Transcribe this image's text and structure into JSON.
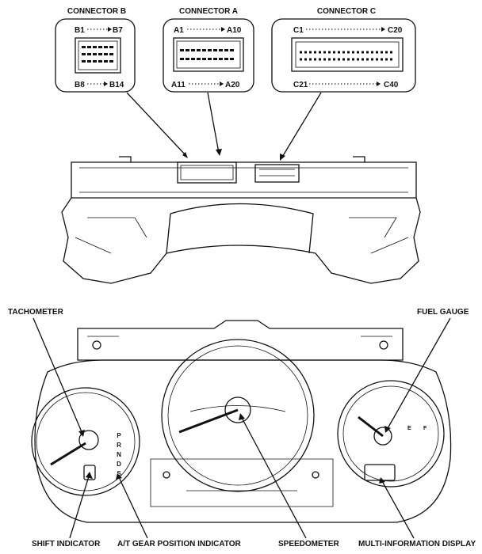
{
  "connectors": {
    "b": {
      "title": "CONNECTOR B",
      "pin_tl": "B1",
      "pin_tr": "B7",
      "pin_bl": "B8",
      "pin_br": "B14"
    },
    "a": {
      "title": "CONNECTOR A",
      "pin_tl": "A1",
      "pin_tr": "A10",
      "pin_bl": "A11",
      "pin_br": "A20"
    },
    "c": {
      "title": "CONNECTOR C",
      "pin_tl": "C1",
      "pin_tr": "C20",
      "pin_bl": "C21",
      "pin_br": "C40"
    }
  },
  "callouts": {
    "tachometer": "TACHOMETER",
    "fuel_gauge": "FUEL GAUGE",
    "shift_indicator": "SHIFT INDICATOR",
    "gear_position": "A/T GEAR POSITION INDICATOR",
    "speedometer": "SPEEDOMETER",
    "multi_info": "MULTI-INFORMATION DISPLAY"
  },
  "gear_letters": [
    "P",
    "R",
    "N",
    "D",
    "S"
  ],
  "fuel_marks": {
    "empty": "E",
    "full": "F"
  }
}
